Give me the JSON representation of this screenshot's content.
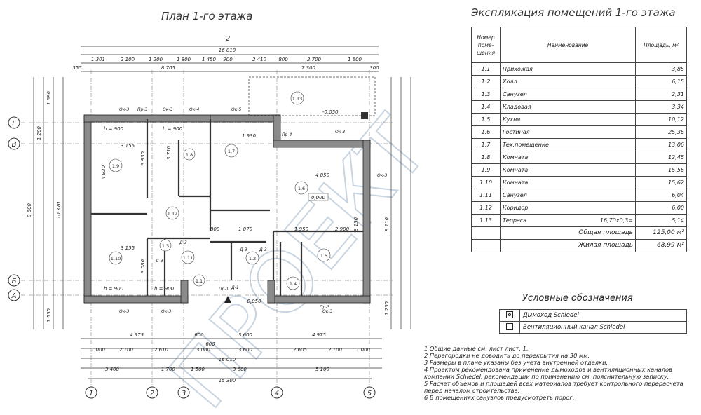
{
  "plan": {
    "title": "План 1-го этажа",
    "axes": {
      "letters": [
        "Г",
        "В",
        "Б",
        "А"
      ],
      "numbers": [
        "1",
        "2",
        "3",
        "4",
        "5"
      ],
      "top": "2"
    },
    "dims_top": [
      "1 301",
      "2 100",
      "1 200",
      "1 800",
      "1 450",
      "900",
      "2 410",
      "800",
      "2 700",
      "1 600"
    ],
    "dims_top_total": "16 010",
    "dims_top2": [
      "355",
      "8 705",
      "7 300",
      "300"
    ],
    "dims_bottom1": [
      "4 975",
      "600",
      "3 600",
      "600",
      "4 975"
    ],
    "dims_bottom2": [
      "1 000",
      "2 100",
      "2 610",
      "3 000",
      "3 600",
      "2 605",
      "2 100",
      "1 000"
    ],
    "dims_bottom_total": "16 010",
    "dims_bottom3": [
      "3 400",
      "1 700",
      "1 500",
      "3 600",
      "5 100"
    ],
    "dims_bottom_grand": "15 300",
    "dims_left": [
      "1 690",
      "1 200",
      "9 600",
      "10 370",
      "1 550"
    ],
    "dims_right": [
      "9 110",
      "1 250"
    ],
    "rooms": [
      "1.1",
      "1.2",
      "1.3",
      "1.4",
      "1.5",
      "1.6",
      "1.7",
      "1.8",
      "1.9",
      "1.10",
      "1.11",
      "1.12",
      "1.13"
    ],
    "room_dims": [
      "4 930",
      "3 155",
      "3 930",
      "4 850",
      "8 150",
      "3 155",
      "3 080",
      "2 900",
      "1 950",
      "1 930",
      "3 710",
      "1 070",
      "800"
    ],
    "level_marks": [
      "0,000",
      "-0,050",
      "-0,050"
    ],
    "windows": [
      "Ок-3",
      "Ок-3",
      "Ок-4",
      "Ок-5",
      "Ок-3",
      "Ок-3",
      "Ок-3",
      "Ок-3",
      "Ок-3"
    ],
    "doors": [
      "Д-3",
      "Д-3",
      "Д-3",
      "Д-3",
      "Д-1",
      "Пр-3",
      "Пр-3",
      "Пр-4",
      "Пр-1"
    ],
    "heights": [
      "h = 900",
      "h = 900",
      "h = 900",
      "h = 900"
    ]
  },
  "explication": {
    "title": "Экспликация помещений 1-го этажа",
    "headers": [
      "Номер поме- щения",
      "Наименование",
      "Площадь, м²"
    ],
    "rows": [
      {
        "num": "1.1",
        "name": "Прихожая",
        "extra": "",
        "area": "3,85"
      },
      {
        "num": "1.2",
        "name": "Холл",
        "extra": "",
        "area": "6,15"
      },
      {
        "num": "1.3",
        "name": "Санузел",
        "extra": "",
        "area": "2,31"
      },
      {
        "num": "1.4",
        "name": "Кладовая",
        "extra": "",
        "area": "3,34"
      },
      {
        "num": "1.5",
        "name": "Кухня",
        "extra": "",
        "area": "10,12"
      },
      {
        "num": "1.6",
        "name": "Гостиная",
        "extra": "",
        "area": "25,36"
      },
      {
        "num": "1.7",
        "name": "Тех.помещение",
        "extra": "",
        "area": "13,06"
      },
      {
        "num": "1.8",
        "name": "Комната",
        "extra": "",
        "area": "12,45"
      },
      {
        "num": "1.9",
        "name": "Комната",
        "extra": "",
        "area": "15,56"
      },
      {
        "num": "1.10",
        "name": "Комната",
        "extra": "",
        "area": "15,62"
      },
      {
        "num": "1.11",
        "name": "Санузел",
        "extra": "",
        "area": "6,04"
      },
      {
        "num": "1.12",
        "name": "Коридор",
        "extra": "",
        "area": "6,00"
      },
      {
        "num": "1.13",
        "name": "Терраса",
        "extra": "16,70х0,3=",
        "area": "5,14"
      }
    ],
    "total_label": "Общая площадь",
    "total_value": "125,00 м²",
    "living_label": "Жилая площадь",
    "living_value": "68,99 м²"
  },
  "legend": {
    "title": "Условные обозначения",
    "items": [
      {
        "icon": "chimney-icon",
        "label": "Дымоход Schiedel"
      },
      {
        "icon": "vent-duct-icon",
        "label": "Вентиляционный канал Schiedel"
      }
    ]
  },
  "notes": [
    "1 Общие данные см. лист лист. 1.",
    "2 Перегородки не доводить до перекрытия на 30 мм.",
    "3 Размеры в плане указаны без учета внутренней отделки.",
    "4 Проектом рекомендована применение дымоходов и вентиляционных каналов компании Schiedel, рекомендации по применению см. пояснительную записку.",
    "5 Расчет объемов и площадей всех материалов требует контрольного перерасчета перед началом строительства.",
    "6 В помещениях санузлов предусмотреть порог."
  ],
  "colors": {
    "line": "#333333",
    "wall": "#555555",
    "watermark": "#b9c8d6"
  }
}
